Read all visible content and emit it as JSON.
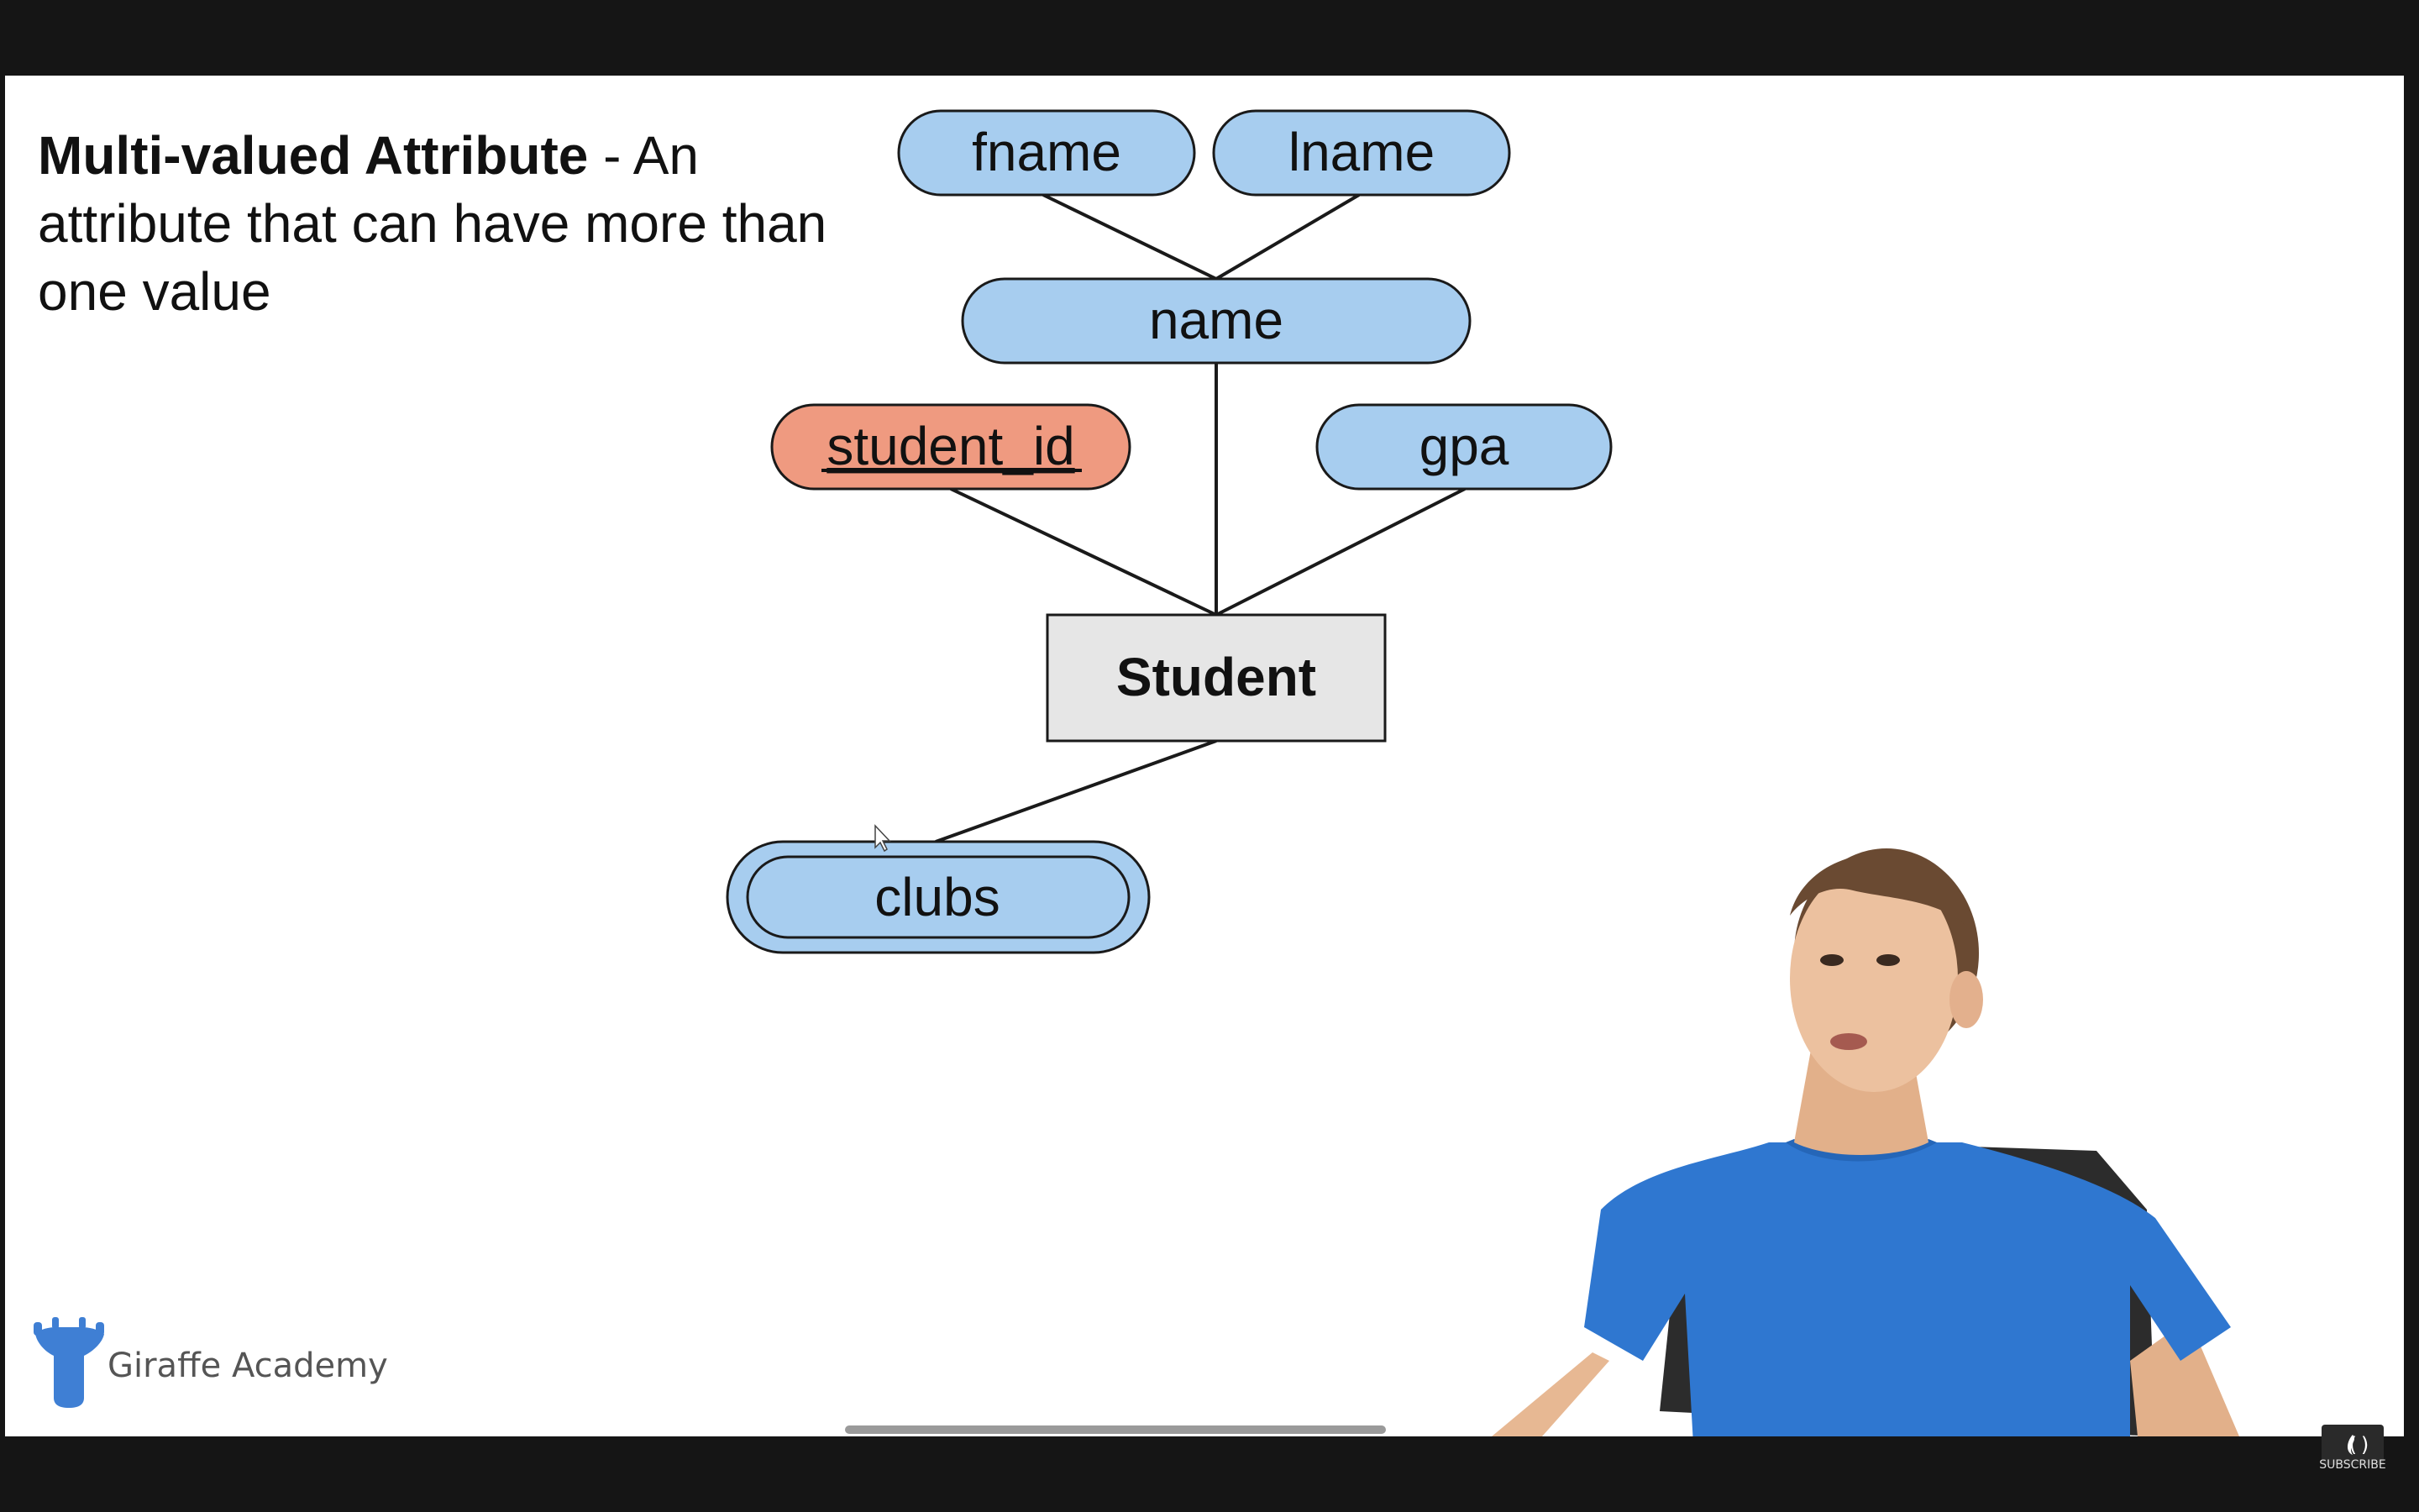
{
  "definition": {
    "term": "Multi-valued Attribute",
    "text": " - An attribute that can have more than one value"
  },
  "diagram": {
    "entity": "Student",
    "attributes": {
      "fname": "fname",
      "lname": "lname",
      "name": "name",
      "student_id": "student_id",
      "gpa": "gpa",
      "clubs": "clubs"
    },
    "colors": {
      "attribute_fill": "#a7cdef",
      "key_attribute_fill": "#ef9a80",
      "entity_fill": "#e6e6e6",
      "stroke": "#1a1a1a"
    }
  },
  "branding": {
    "logo_text": "Giraffe Academy",
    "logo_icon": "giraffe-icon",
    "logo_color": "#3f7fd4"
  },
  "player": {
    "subscribe_label": "SUBSCRIBE",
    "subscribe_icon": "freecodecamp-icon"
  }
}
